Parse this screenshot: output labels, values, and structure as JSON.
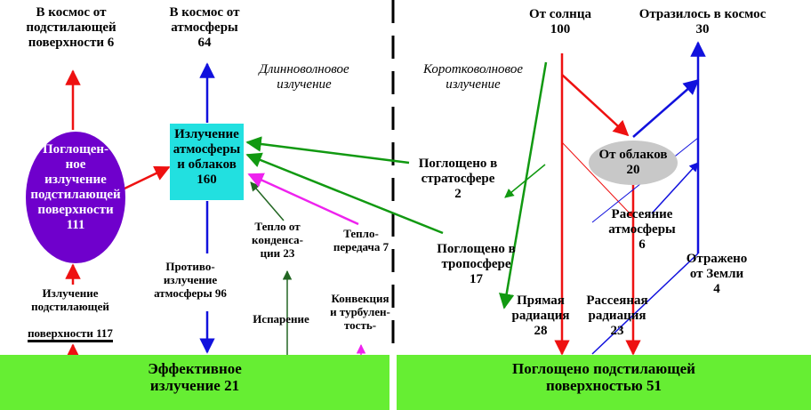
{
  "space_from_surface": "В космос от\nподстилающей\nповерхности  6",
  "space_from_atmosphere": "В космос от\nатмосферы\n64",
  "longwave_label": "Длинноволновое\nизлучение",
  "shortwave_label": "Коротковолновое\nизлучение",
  "from_sun": "От солнца\n100",
  "reflected_to_space": "Отразилось в космос\n30",
  "absorbed_surface_radiation": "Поглощен-\nное\nизлучение\nподстилающей\nповерхности\n111",
  "atmosphere_clouds_radiation": "Излучение\nатмосферы\nи облаков\n160",
  "absorbed_stratosphere": "Поглощено в\nстратосфере\n2",
  "absorbed_troposphere": "Поглощено в\nтропосфере\n17",
  "from_clouds": "От облаков\n20",
  "atmospheric_scattering": "Рассеяние\nатмосферы\n6",
  "reflected_from_earth": "Отражено\nот Земли\n4",
  "counter_radiation": "Противо-\nизлучение\nатмосферы 96",
  "condensation_heat": "Тепло от\nконденса-\nции 23",
  "heat_transfer": "Тепло-\nпередача  7",
  "evaporation": "Испарение",
  "convection": "Конвекция\nи турбулен-\nтость-",
  "surface_radiation": "Излучение\nподстилающей",
  "surface_radiation_value": "поверхности  117",
  "direct_radiation": "Прямая\nрадиация\n28",
  "scattered_radiation": "Рассеяная\nрадиация\n23",
  "effective_radiation": "Эффективное\nизлучение  21",
  "absorbed_by_surface": "Поглощено подстилающей\nповерхностью 51",
  "colors": {
    "red": "#ee1111",
    "blue": "#1111dd",
    "green": "#119911",
    "magenta": "#ee22ee",
    "darkgreen": "#226622",
    "purple": "#6f00cc",
    "cyan": "#22e0e0",
    "bar_green": "#66ee33",
    "grey": "#c8c8c8"
  }
}
